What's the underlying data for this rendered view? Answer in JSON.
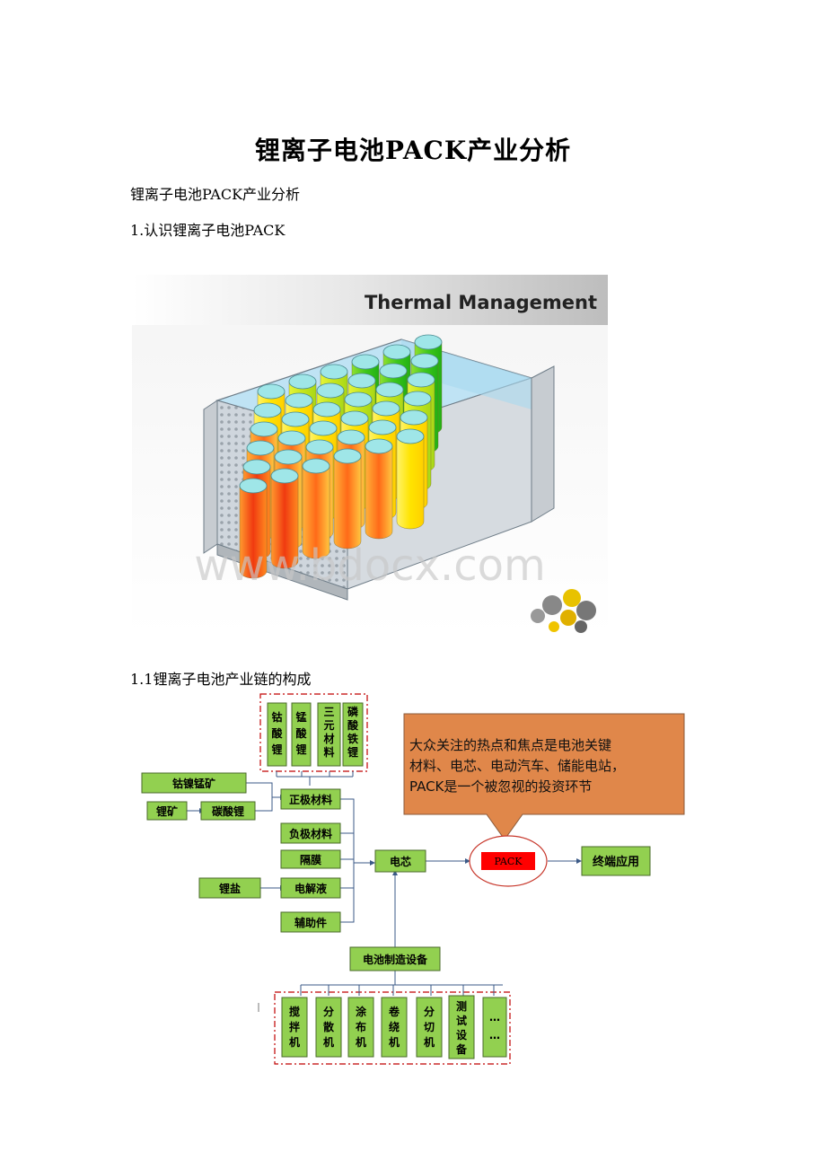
{
  "document": {
    "title": "锂离子电池PACK产业分析",
    "subtitle": "锂离子电池PACK产业分析",
    "section_1": "1.认识锂离子电池PACK",
    "section_1_1": "1.1锂离子电池产业链的构成"
  },
  "figure_thermal": {
    "banner": "Thermal Management",
    "watermark": "www.bdocx.com"
  },
  "figure_chain": {
    "cathode_materials": [
      "钴酸锂",
      "锰酸锂",
      "三元材料",
      "磷酸铁锂"
    ],
    "ores": {
      "cobalt_nickel_manganese": "钴镍锰矿",
      "lithium_ore": "锂矿",
      "lithium_carbonate": "碳酸锂",
      "lithium_salt": "锂盐"
    },
    "components": {
      "cathode": "正极材料",
      "anode": "负极材料",
      "separator": "隔膜",
      "electrolyte": "电解液",
      "auxiliary": "辅助件"
    },
    "cell": "电芯",
    "pack": "PACK",
    "end_use": "终端应用",
    "equipment_title": "电池制造设备",
    "equipment": [
      "搅拌机",
      "分散机",
      "涂布机",
      "卷绕机",
      "分切机",
      "测试设备",
      "……"
    ],
    "callout_lines": [
      "大众关注的热点和焦点是电池关键",
      "材料、电芯、电动汽车、储能电站，",
      "PACK是一个被忽视的投资环节"
    ],
    "colors": {
      "box_fill": "#92d050",
      "pack_fill": "#ff0000",
      "callout_fill": "#e0874a",
      "dashed_border": "#c00000"
    }
  }
}
